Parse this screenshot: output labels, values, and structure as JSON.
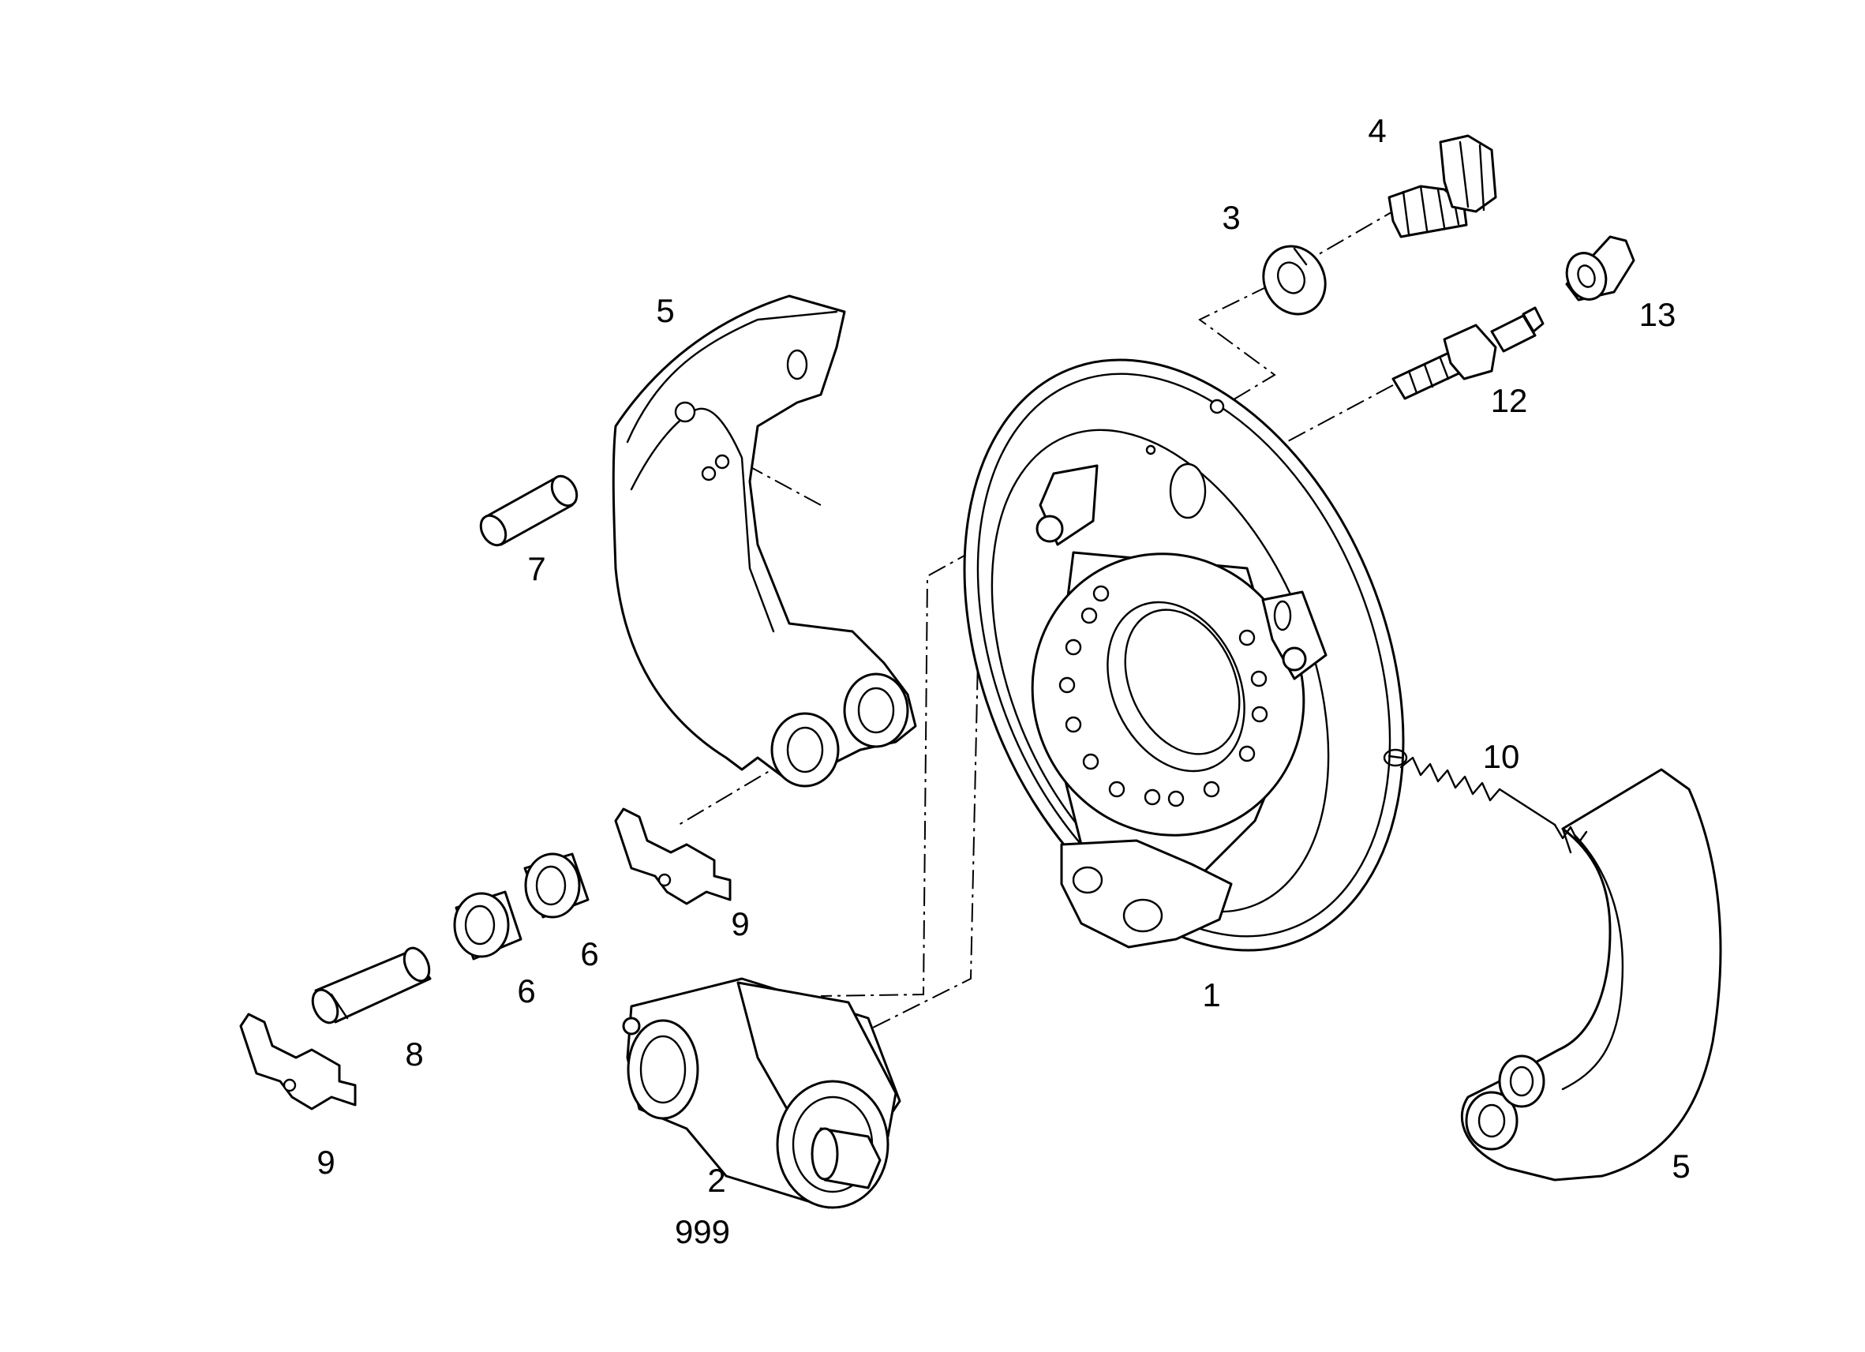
{
  "callouts": {
    "backplate": "1",
    "wheel_cylinder": "2",
    "wheel_cylinder_sub": "999",
    "lock_washer": "3",
    "bolt": "4",
    "shoe_upper": "5",
    "shoe_lower": "5",
    "bush_a": "6",
    "bush_b": "6",
    "pin": "7",
    "sleeve": "8",
    "clip_a": "9",
    "clip_b": "9",
    "spring": "10",
    "bleed_screw": "12",
    "dust_cap": "13"
  },
  "colors": {
    "line": "#000000",
    "background": "#ffffff"
  }
}
